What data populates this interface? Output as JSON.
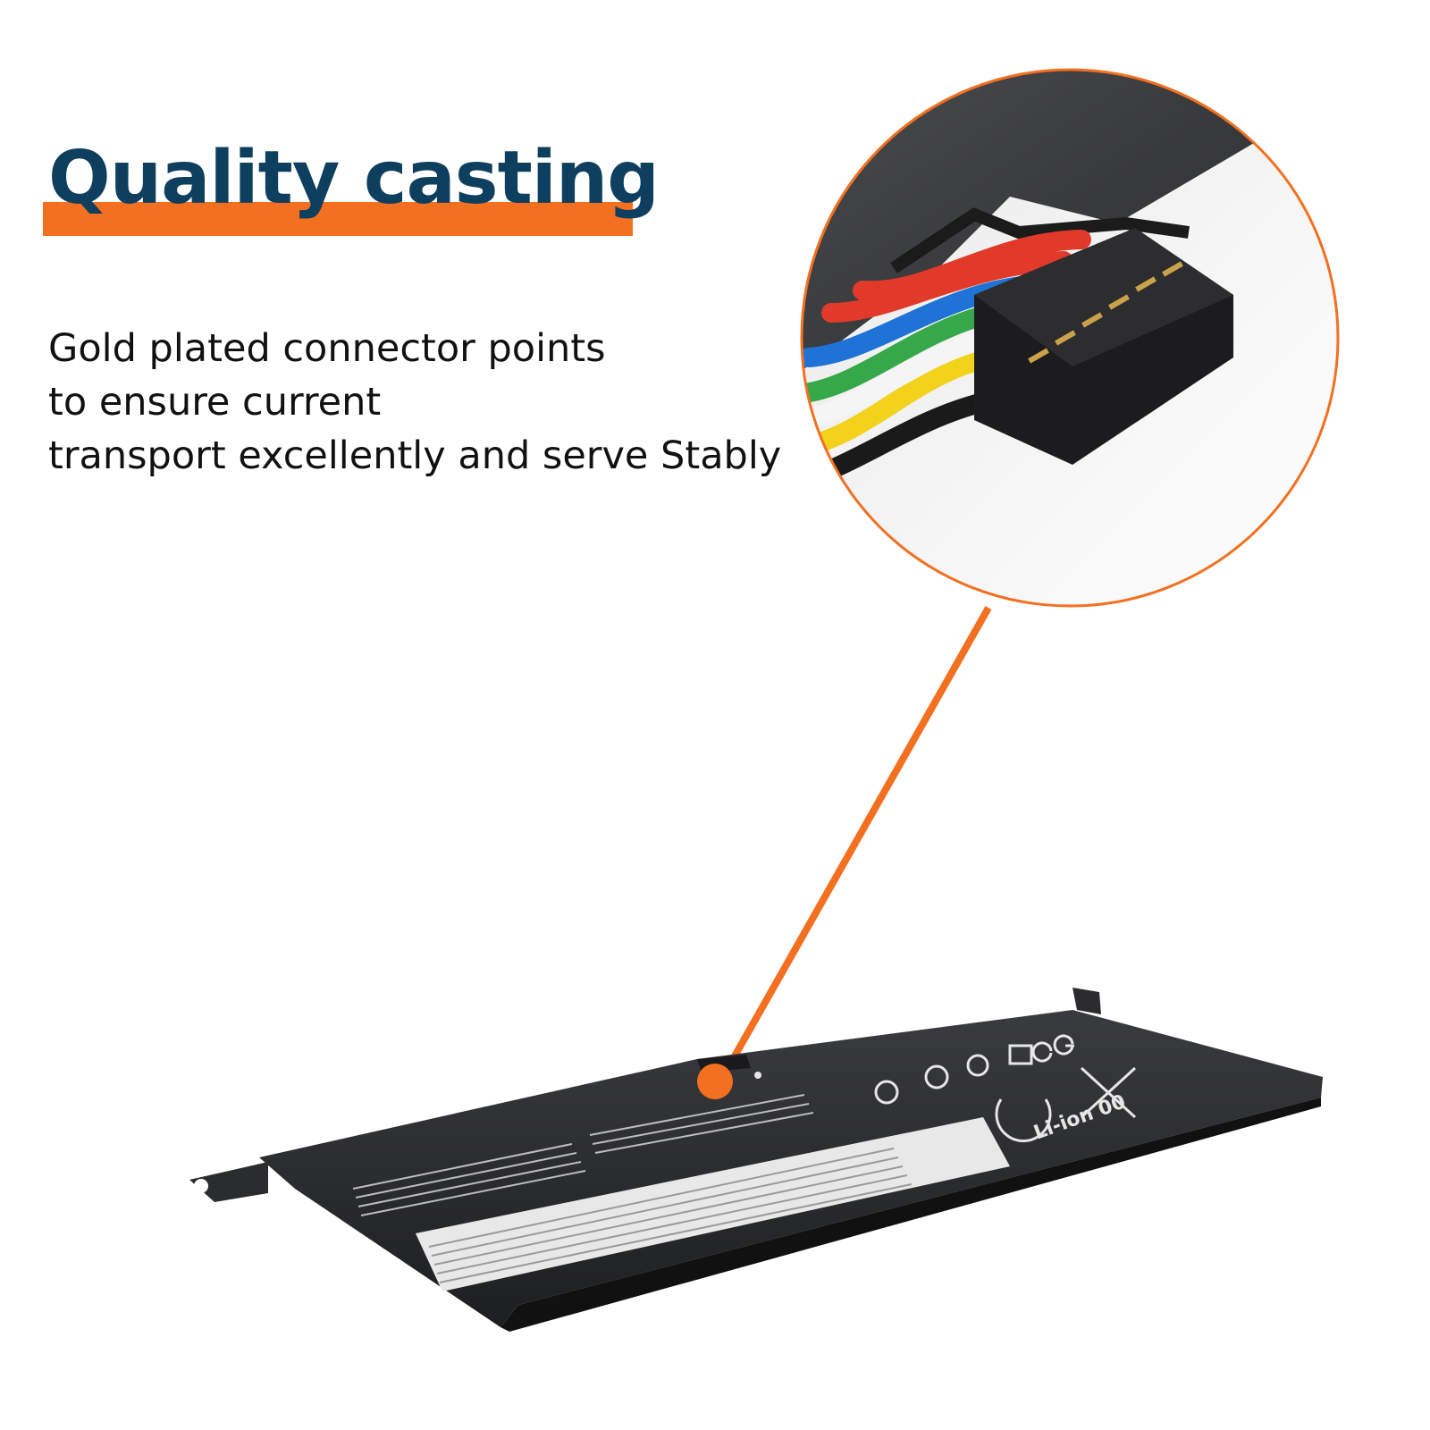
{
  "colors": {
    "heading": "#0f3f5e",
    "accent": "#f37021",
    "body_text": "#111111",
    "background": "#ffffff"
  },
  "headline": "Quality casting",
  "description_lines": [
    "Gold plated connector points",
    "to ensure current",
    "transport excellently and serve Stably"
  ],
  "battery_label_text": "Li-ion 00"
}
